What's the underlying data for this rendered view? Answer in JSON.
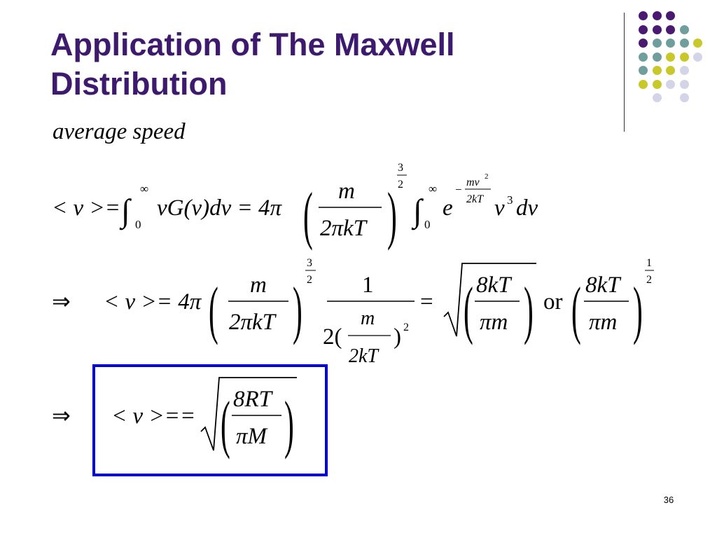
{
  "slide": {
    "title_line1": "Application of The Maxwell",
    "title_line2": "Distribution",
    "subtitle": "average speed",
    "page_number": "36"
  },
  "colors": {
    "title": "#3d1a6e",
    "dot_purple": "#4a1a73",
    "dot_teal": "#6f9e9c",
    "dot_yellow": "#c8c82a",
    "dot_lavender": "#d4d4e8",
    "box_border": "#0000cc"
  },
  "equations": {
    "eq1": {
      "lhs": "< v >=",
      "int1_upper": "∞",
      "int1_lower": "0",
      "integrand1": "vG(v)dv = 4π",
      "frac_num": "m",
      "frac_den": "2πkT",
      "exp_num": "3",
      "exp_den": "2",
      "int2_upper": "∞",
      "int2_lower": "0",
      "e": "e",
      "exp_minus": "−",
      "exp_frac_num": "mv",
      "exp_frac_num_pow": "2",
      "exp_frac_den": "2kT",
      "v": "v",
      "v_pow": "3",
      "dv": "dv"
    },
    "eq2": {
      "implies": "⇒",
      "lhs": "< v >= 4π",
      "frac_num": "m",
      "frac_den": "2πkT",
      "exp_num": "3",
      "exp_den": "2",
      "one": "1",
      "den_prefix": "2(",
      "den_frac_num": "m",
      "den_frac_den": "2kT",
      "den_suffix": ")",
      "den_pow": "2",
      "equals": "=",
      "sqrt_num": "8kT",
      "sqrt_den": "πm",
      "or": "or",
      "last_num": "8kT",
      "last_den": "πm",
      "last_exp_num": "1",
      "last_exp_den": "2"
    },
    "eq3": {
      "implies": "⇒",
      "lhs": "< v >==",
      "sqrt_num": "8RT",
      "sqrt_den": "πM"
    }
  }
}
